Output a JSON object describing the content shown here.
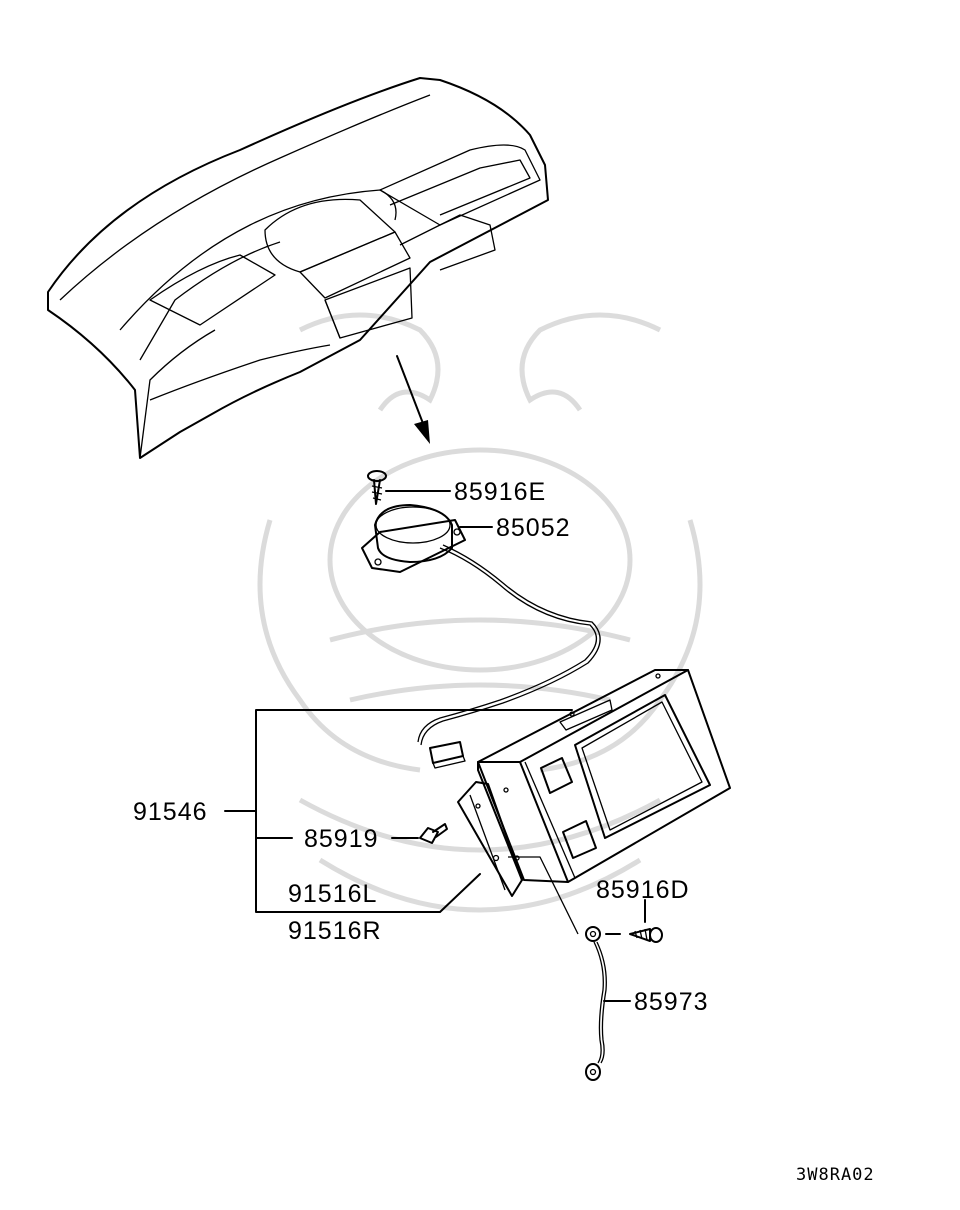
{
  "parts": {
    "p85916E": "85916E",
    "p85052": "85052",
    "p91546": "91546",
    "p85919": "85919",
    "p91516L": "91516L",
    "p91516R": "91516R",
    "p85916D": "85916D",
    "p85973": "85973"
  },
  "figure_code": "3W8RA02",
  "colors": {
    "line": "#000000",
    "watermark": "#d8d8d8",
    "background": "#ffffff"
  }
}
